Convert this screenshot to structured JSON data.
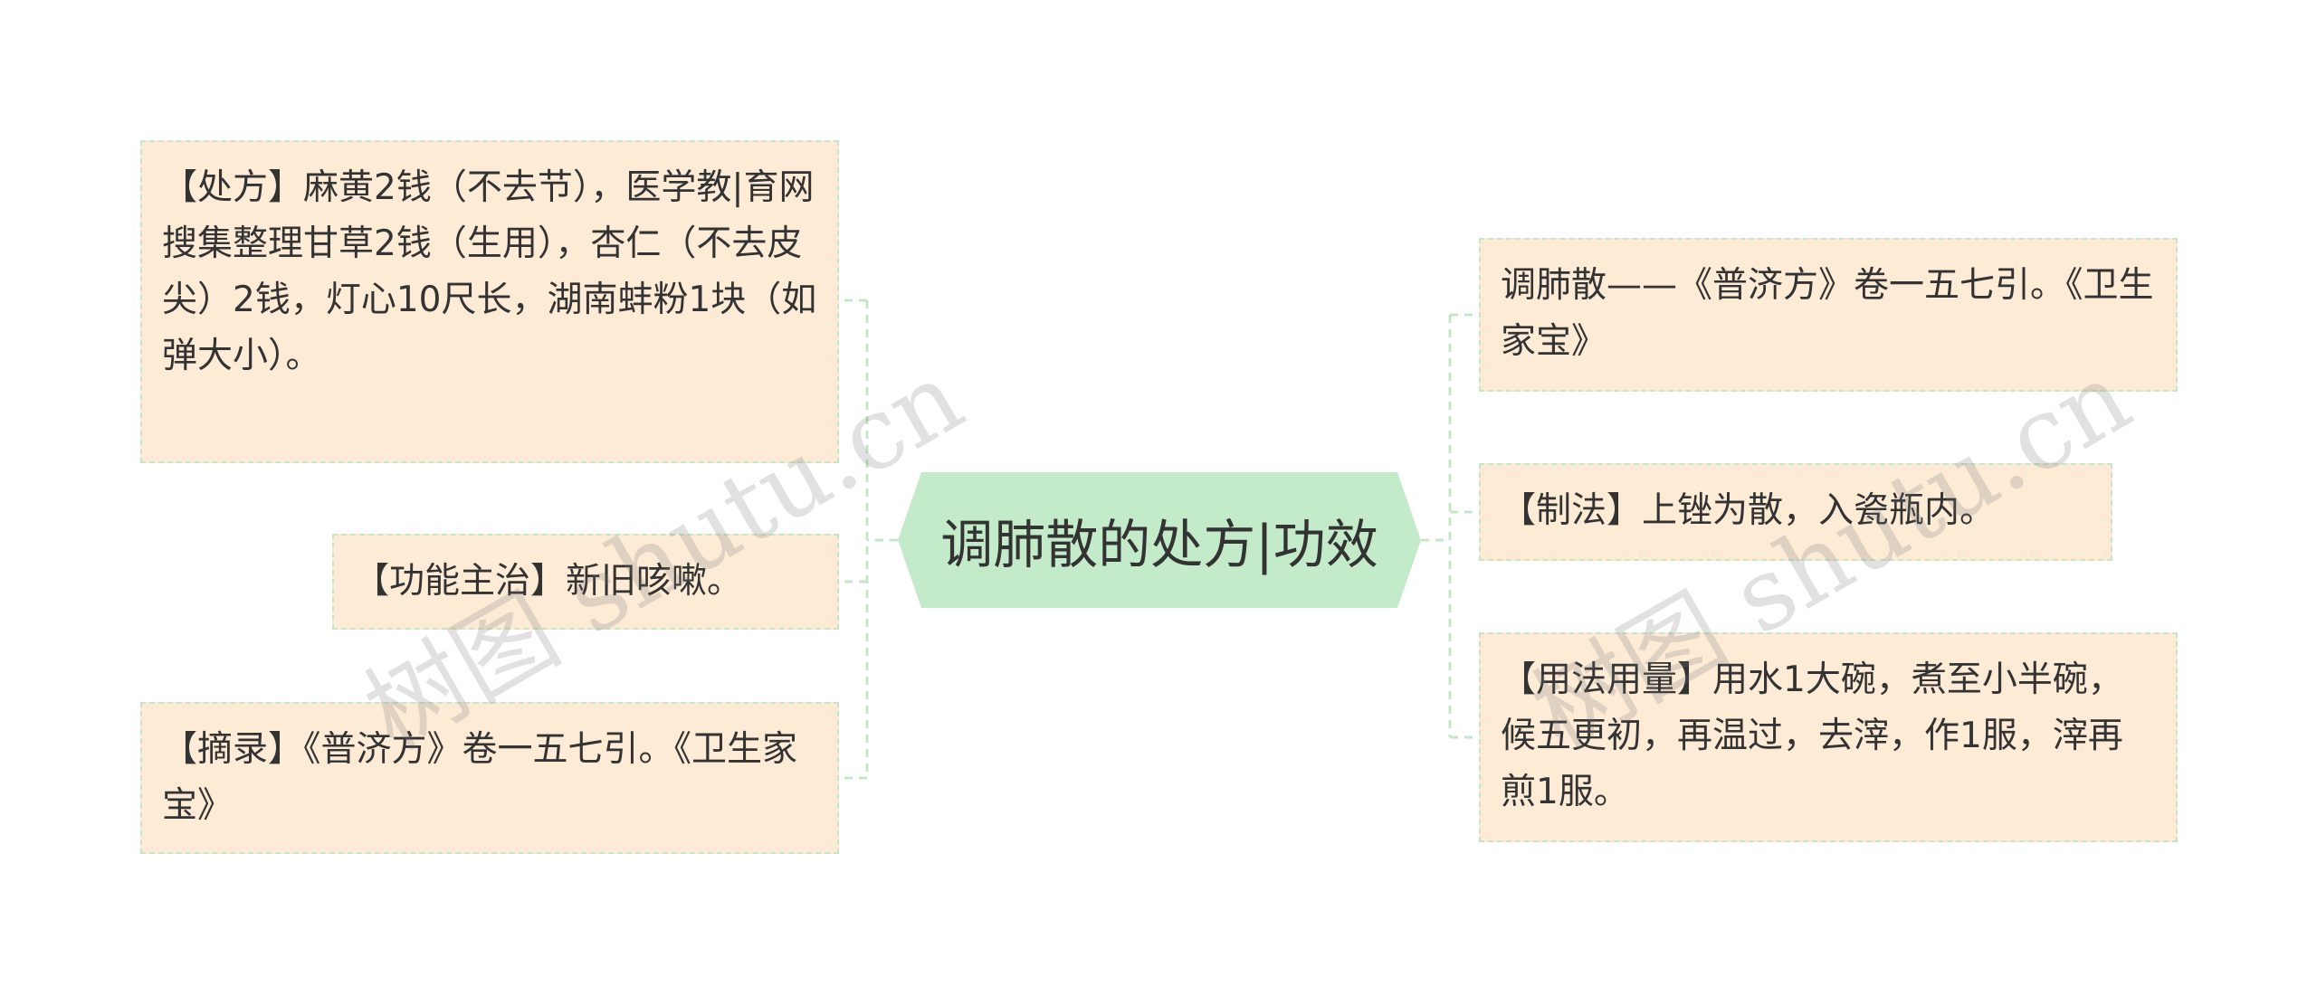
{
  "center": {
    "label": "调肺散的处方|功效"
  },
  "left_nodes": [
    {
      "text": "【处方】麻黄2钱（不去节），医学教|育网搜集整理甘草2钱（生用），杏仁（不去皮尖）2钱，灯心10尺长，湖南蚌粉1块（如弹大小）。"
    },
    {
      "text": "【功能主治】新旧咳嗽。"
    },
    {
      "text": "【摘录】《普济方》卷一五七引。《卫生家宝》"
    }
  ],
  "right_nodes": [
    {
      "text": "调肺散——《普济方》卷一五七引。《卫生家宝》"
    },
    {
      "text": "【制法】上锉为散，入瓷瓶内。"
    },
    {
      "text": "【用法用量】用水1大碗，煮至小半碗，候五更初，再温过，去滓，作1服，滓再煎1服。"
    }
  ],
  "watermarks": [
    "树图 shutu.cn",
    "树图 shutu.cn"
  ],
  "colors": {
    "node_fill": "#fdebd6",
    "node_border": "#c6e6c8",
    "center_fill": "#c3ebc9",
    "connector": "#c6e6c8"
  }
}
